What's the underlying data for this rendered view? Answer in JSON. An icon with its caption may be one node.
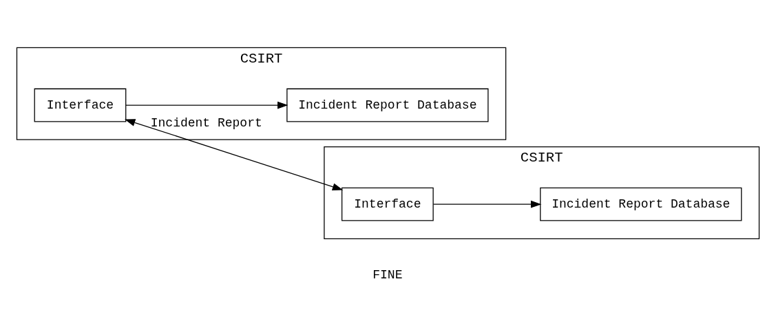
{
  "diagram": {
    "nodes": [
      {
        "text": [
          "CSIRT"
        ]
      },
      {
        "text": [
          "Incident Report Database"
        ],
        "in": 0
      },
      {
        "text": [
          "Interface"
        ],
        "in": 0
      },
      {
        "text": [
          "CSIRT"
        ]
      },
      {
        "text": [
          "Interface"
        ],
        "in": 3
      },
      {
        "text": [
          "Incident Report Database"
        ],
        "in": 3
      }
    ],
    "edges": [
      {
        "from": 2,
        "to": 1,
        "arrow": "to"
      },
      {
        "from": 2,
        "to": 4,
        "arrow": "both",
        "label": "Incident Report"
      },
      {
        "from": 4,
        "to": 5,
        "arrow": "to"
      }
    ],
    "labels": [
      "FINE"
    ]
  }
}
